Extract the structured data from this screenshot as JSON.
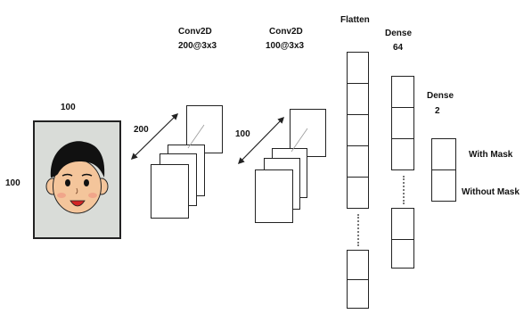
{
  "input": {
    "width_label": "100",
    "height_label": "100",
    "colors": {
      "frame_bg": "#d9dcd8",
      "hair": "#111111",
      "skin": "#f4c59b",
      "mouth": "#d22424"
    }
  },
  "conv1": {
    "title": "Conv2D",
    "subtitle": "200@3x3",
    "depth_label": "200"
  },
  "conv2": {
    "title": "Conv2D",
    "subtitle": "100@3x3",
    "depth_label": "100"
  },
  "flatten": {
    "title": "Flatten"
  },
  "dense1": {
    "title": "Dense",
    "units": "64"
  },
  "dense2": {
    "title": "Dense",
    "units": "2"
  },
  "outputs": {
    "class_1": "With Mask",
    "class_2": "Without Mask"
  }
}
